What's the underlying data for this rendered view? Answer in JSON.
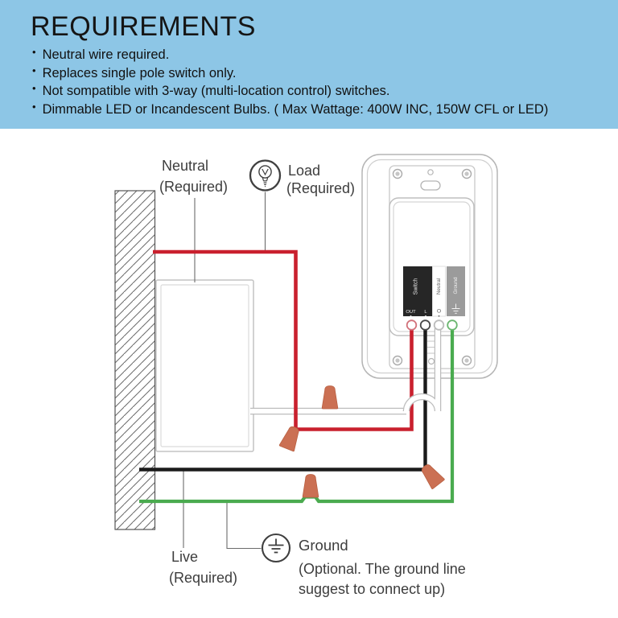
{
  "header": {
    "title": "REQUIREMENTS",
    "bullet_char": "•",
    "bg_color": "#8dc6e6",
    "bullets": [
      "Neutral wire required.",
      "Replaces single pole switch only.",
      "Not sompatible with 3-way (multi-location control) switches.",
      "Dimmable LED or Incandescent Bulbs. ( Max Wattage: 400W INC, 150W CFL or LED)"
    ]
  },
  "diagram": {
    "labels": {
      "neutral": "Neutral",
      "neutral_required": "(Required)",
      "load": "Load",
      "load_required": "(Required)",
      "live": "Live",
      "live_required": "(Required)",
      "ground": "Ground",
      "ground_note_line1": "(Optional. The ground line",
      "ground_note_line2": "suggest to connect up)"
    },
    "device": {
      "switch_block": "Switch",
      "neutral_block": "Neutral",
      "ground_block": "Ground",
      "out_terminal": "OUT",
      "l_terminal": "L",
      "o_terminal": "O"
    },
    "icons": {
      "bulb": "light-bulb-icon",
      "ground": "earth-ground-icon"
    },
    "wire_colors": {
      "load_red": "#c9202e",
      "live_black": "#1b1b1b",
      "ground_green": "#4aab4f",
      "neutral_white": "#ffffff",
      "wire_nut_orange": "#cb7053"
    }
  }
}
